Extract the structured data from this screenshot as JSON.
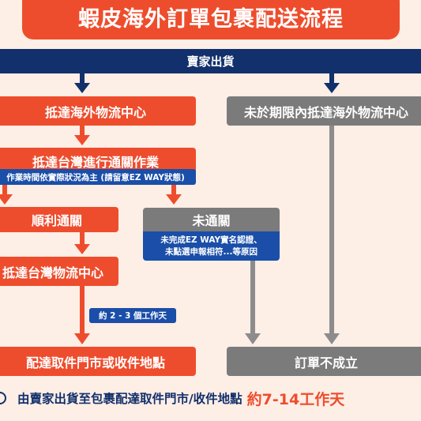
{
  "title": "蝦皮海外訂單包裹配送流程",
  "seller": "賣家出貨",
  "nodes": {
    "arrive_overseas": "抵達海外物流中心",
    "not_arrived": "未於期限內抵達海外物流中心",
    "customs": "抵達台灣進行通關作業",
    "customs_note": "作業時間依實際狀況為主 (請留意EZ WAY狀態)",
    "cleared": "順利通關",
    "not_cleared": "未通關",
    "not_cleared_note_line1": "未完成EZ WAY實名認證、",
    "not_cleared_note_line2": "未點選申報相符...等原因",
    "arrive_taiwan": "抵達台灣物流中心",
    "transit_days": "約 2 - 3 個工作天",
    "delivered": "配達取件門市或收件地點",
    "order_failed": "訂單不成立"
  },
  "footer": {
    "lead": "由賣家出貨至包裹配達取件門市/收件地點",
    "highlight": "約7-14工作天"
  },
  "colors": {
    "orange": "#ee4d2d",
    "navy": "#12306b",
    "blue": "#1a4ea8",
    "gray": "#7b7b7b",
    "background": "#fdeee6"
  }
}
